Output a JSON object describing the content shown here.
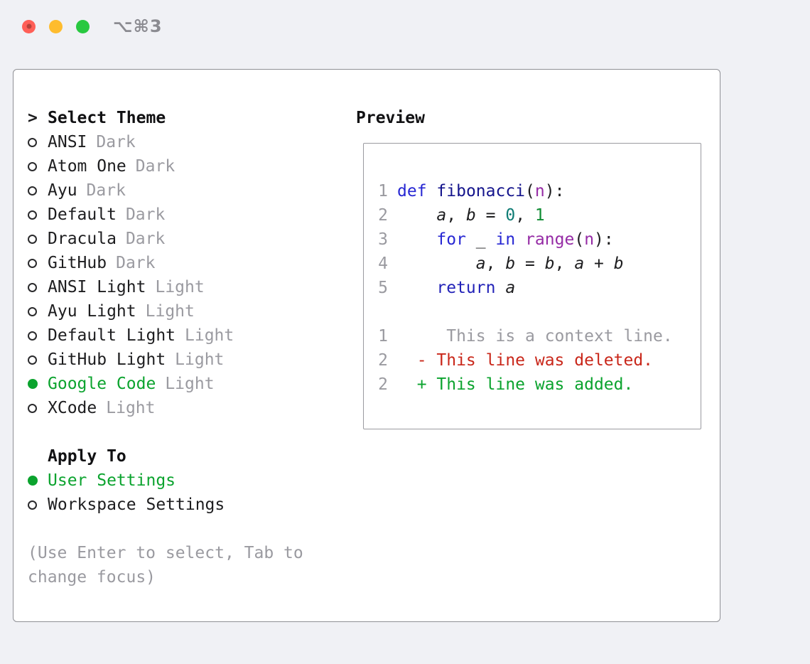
{
  "window": {
    "shortcut": "⌥⌘3"
  },
  "selector": {
    "prompt": ">",
    "title": "Select Theme",
    "themes": [
      {
        "name": "ANSI",
        "variant": "Dark",
        "selected": false
      },
      {
        "name": "Atom One",
        "variant": "Dark",
        "selected": false
      },
      {
        "name": "Ayu",
        "variant": "Dark",
        "selected": false
      },
      {
        "name": "Default",
        "variant": "Dark",
        "selected": false
      },
      {
        "name": "Dracula",
        "variant": "Dark",
        "selected": false
      },
      {
        "name": "GitHub",
        "variant": "Dark",
        "selected": false
      },
      {
        "name": "ANSI Light",
        "variant": "Light",
        "selected": false
      },
      {
        "name": "Ayu Light",
        "variant": "Light",
        "selected": false
      },
      {
        "name": "Default Light",
        "variant": "Light",
        "selected": false
      },
      {
        "name": "GitHub Light",
        "variant": "Light",
        "selected": false
      },
      {
        "name": "Google Code",
        "variant": "Light",
        "selected": true
      },
      {
        "name": "XCode",
        "variant": "Light",
        "selected": false
      }
    ],
    "apply_to": {
      "title": "Apply To",
      "options": [
        {
          "label": "User Settings",
          "selected": true
        },
        {
          "label": "Workspace Settings",
          "selected": false
        }
      ]
    },
    "help": [
      "(Use Enter to select, Tab to",
      "change focus)"
    ]
  },
  "preview": {
    "title": "Preview",
    "code_lines": [
      {
        "no": "1",
        "tokens": [
          {
            "text": "def",
            "style": "kw"
          },
          {
            "text": " ",
            "style": "plain"
          },
          {
            "text": "fibonacci",
            "style": "fn"
          },
          {
            "text": "(",
            "style": "plain"
          },
          {
            "text": "n",
            "style": "purple"
          },
          {
            "text": "):",
            "style": "plain"
          }
        ]
      },
      {
        "no": "2",
        "tokens": [
          {
            "text": "    ",
            "style": "plain"
          },
          {
            "text": "a",
            "style": "var"
          },
          {
            "text": ", ",
            "style": "plain"
          },
          {
            "text": "b",
            "style": "var"
          },
          {
            "text": " = ",
            "style": "plain"
          },
          {
            "text": "0",
            "style": "teal"
          },
          {
            "text": ", ",
            "style": "plain"
          },
          {
            "text": "1",
            "style": "green"
          }
        ]
      },
      {
        "no": "3",
        "tokens": [
          {
            "text": "    ",
            "style": "plain"
          },
          {
            "text": "for",
            "style": "kw"
          },
          {
            "text": " ",
            "style": "plain"
          },
          {
            "text": "_",
            "style": "var"
          },
          {
            "text": " ",
            "style": "plain"
          },
          {
            "text": "in",
            "style": "kw"
          },
          {
            "text": " ",
            "style": "plain"
          },
          {
            "text": "range",
            "style": "purple"
          },
          {
            "text": "(",
            "style": "plain"
          },
          {
            "text": "n",
            "style": "purple"
          },
          {
            "text": "):",
            "style": "plain"
          }
        ]
      },
      {
        "no": "4",
        "tokens": [
          {
            "text": "        ",
            "style": "plain"
          },
          {
            "text": "a",
            "style": "var"
          },
          {
            "text": ", ",
            "style": "plain"
          },
          {
            "text": "b",
            "style": "var"
          },
          {
            "text": " = ",
            "style": "plain"
          },
          {
            "text": "b",
            "style": "var"
          },
          {
            "text": ", ",
            "style": "plain"
          },
          {
            "text": "a",
            "style": "var"
          },
          {
            "text": " + ",
            "style": "plain"
          },
          {
            "text": "b",
            "style": "var"
          }
        ]
      },
      {
        "no": "5",
        "tokens": [
          {
            "text": "    ",
            "style": "plain"
          },
          {
            "text": "return",
            "style": "ret"
          },
          {
            "text": " ",
            "style": "plain"
          },
          {
            "text": "a",
            "style": "var"
          }
        ]
      }
    ],
    "diff_lines": [
      {
        "no": "1",
        "text": "     This is a context line.",
        "type": "context"
      },
      {
        "no": "2",
        "text": "  - This line was deleted.",
        "type": "deleted"
      },
      {
        "no": "2",
        "text": "  + This line was added.",
        "type": "added"
      }
    ]
  },
  "colors": {
    "accent_green": "#0ba32e",
    "diff_red": "#c9271a",
    "muted": "#9a9aa0"
  },
  "syntax": {
    "kw": "#2727d3",
    "fn": "#14148c",
    "purple": "#952ba5",
    "teal": "#0e7c74",
    "green": "#0f8c33",
    "ret": "#2222b8",
    "var": "#1d1d1f",
    "plain": "#1d1d1f"
  }
}
